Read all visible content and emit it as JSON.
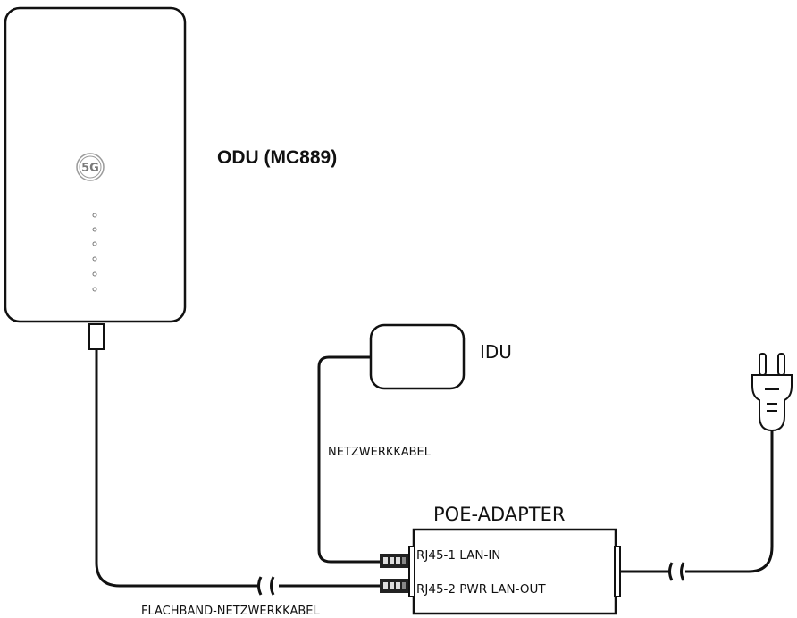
{
  "diagram": {
    "odu_label": "ODU (MC889)",
    "odu_badge": "5G",
    "idu_label": "IDU",
    "poe_label": "POE-ADAPTER",
    "port1_label": "RJ45-1 LAN-IN",
    "port2_label": "RJ45-2 PWR LAN-OUT",
    "network_cable_label": "NETZWERKKABEL",
    "flat_cable_label": "FLACHBAND-NETZWERKKABEL",
    "colors": {
      "line": "#111111",
      "background": "#ffffff",
      "badge": "#9a9a9a"
    }
  }
}
